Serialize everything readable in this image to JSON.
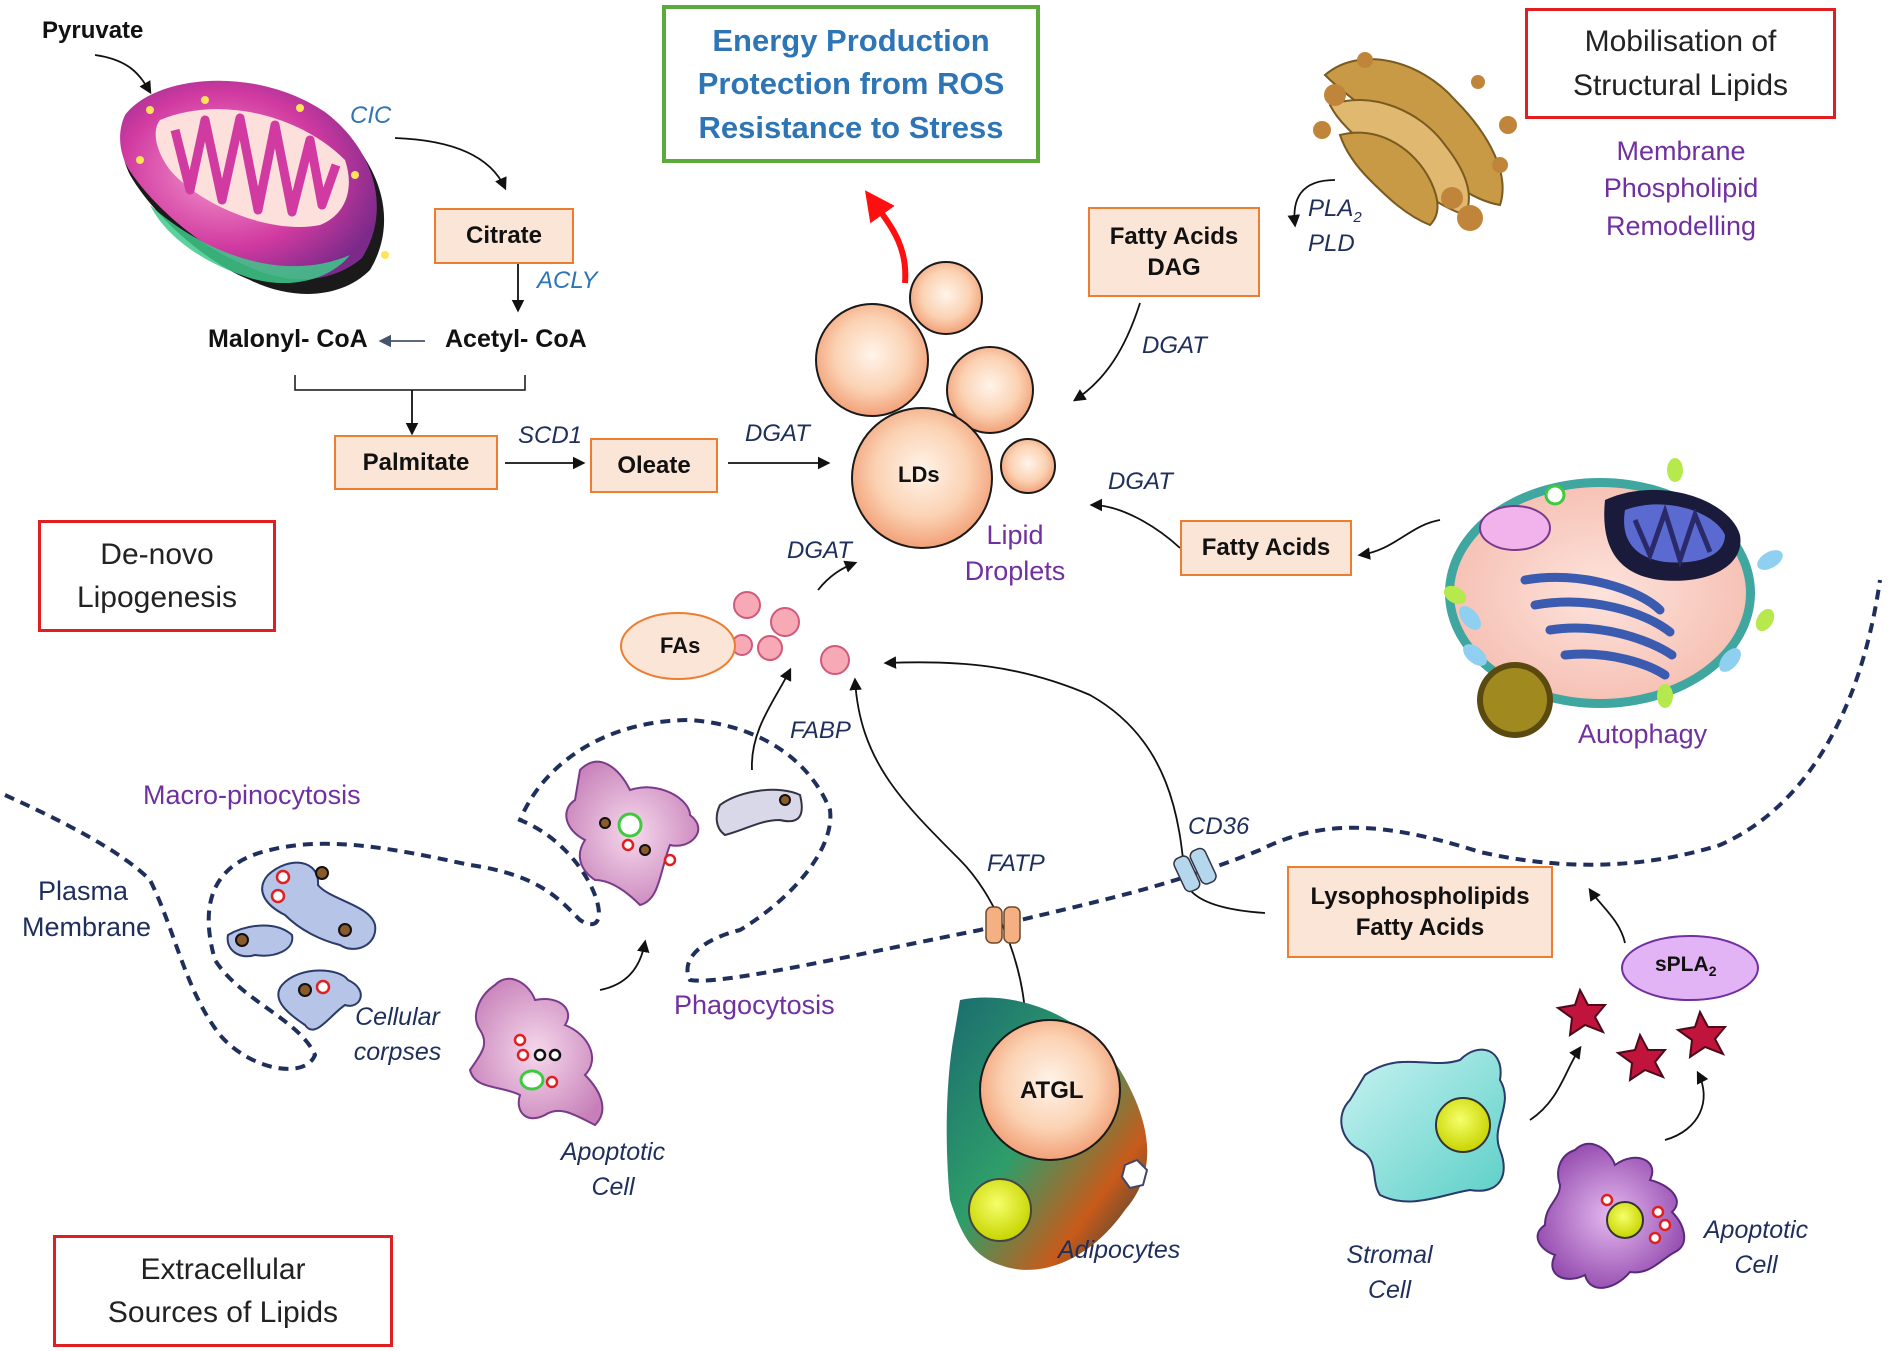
{
  "outcome_box": {
    "line1": "Energy Production",
    "line2": "Protection from ROS",
    "line3": "Resistance to Stress"
  },
  "section_boxes": {
    "mobilisation": [
      "Mobilisation of",
      "Structural Lipids"
    ],
    "denovo": [
      "De-novo",
      "Lipogenesis"
    ],
    "extracellular": [
      "Extracellular",
      "Sources of Lipids"
    ]
  },
  "denovo": {
    "pyruvate": "Pyruvate",
    "cic": "CIC",
    "citrate": "Citrate",
    "acly": "ACLY",
    "malonyl": "Malonyl- CoA",
    "acetyl": "Acetyl- CoA",
    "palmitate": "Palmitate",
    "scd1": "SCD1",
    "oleate": "Oleate",
    "dgat": "DGAT"
  },
  "lipid_droplets": {
    "center": "LDs",
    "label": [
      "Lipid",
      "Droplets"
    ]
  },
  "structural": {
    "fa_dag": [
      "Fatty Acids",
      "DAG"
    ],
    "pla2": "PLA",
    "pla2_sub": "2",
    "pld": "PLD",
    "dgat": "DGAT",
    "remodelling": [
      "Membrane",
      "Phospholipid",
      "Remodelling"
    ]
  },
  "autophagy": {
    "fatty_acids": "Fatty Acids",
    "dgat": "DGAT",
    "label": "Autophagy"
  },
  "extracellular": {
    "fas": "FAs",
    "dgat": "DGAT",
    "fabp": "FABP",
    "macro": "Macro-pinocytosis",
    "plasma": [
      "Plasma",
      "Membrane"
    ],
    "corpses": [
      "Cellular",
      "corpses"
    ],
    "phagocytosis": "Phagocytosis",
    "apoptotic_left": [
      "Apoptotic",
      "Cell"
    ],
    "fatp": "FATP",
    "cd36": "CD36",
    "atgl": "ATGL",
    "adipocytes": "Adipocytes",
    "lyso": [
      "Lysophospholipids",
      "Fatty Acids"
    ],
    "spla2": "sPLA",
    "spla2_sub": "2",
    "stromal": [
      "Stromal",
      "Cell"
    ],
    "apoptotic_right": [
      "Apoptotic",
      "Cell"
    ]
  },
  "colors": {
    "orange_box_fill": "#fbe5d6",
    "orange_box_border": "#ed7d31",
    "red_border": "#e02020",
    "green_border": "#5bab3c",
    "blue_text": "#2e75b6",
    "purple_text": "#7030a0",
    "navy": "#1f2f5c",
    "membrane": "#1f2f5c"
  }
}
